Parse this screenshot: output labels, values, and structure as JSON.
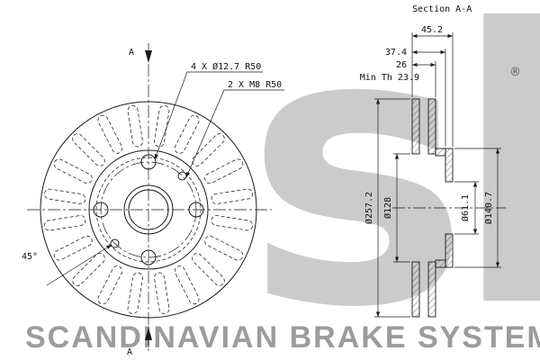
{
  "title": "Section A-A",
  "registered": "®",
  "watermark": "sbs",
  "footer": "SCANDINAVIAN BRAKE SYSTEMS",
  "front_view": {
    "callout_bolt_holes": "4 X Ø12.7 R50",
    "callout_m8_holes": "2 X M8 R50",
    "angle_label": "45°",
    "section_marker_top": "A",
    "section_marker_bottom": "A"
  },
  "section_view": {
    "dim_overall_width": "45.2",
    "dim_hat_depth": "37.4",
    "dim_disc_thickness": "26",
    "dim_min_thickness": "Min Th 23.9",
    "dim_outer_diameter": "Ø257.2",
    "dim_vent_inner_diameter": "Ø128",
    "dim_bore_diameter": "Ø61.1",
    "dim_flange_diameter": "Ø140.7"
  },
  "colors": {
    "line": "#1a1a1a",
    "watermark": "#cbcbcb",
    "footer_text": "#9c9c9c"
  }
}
